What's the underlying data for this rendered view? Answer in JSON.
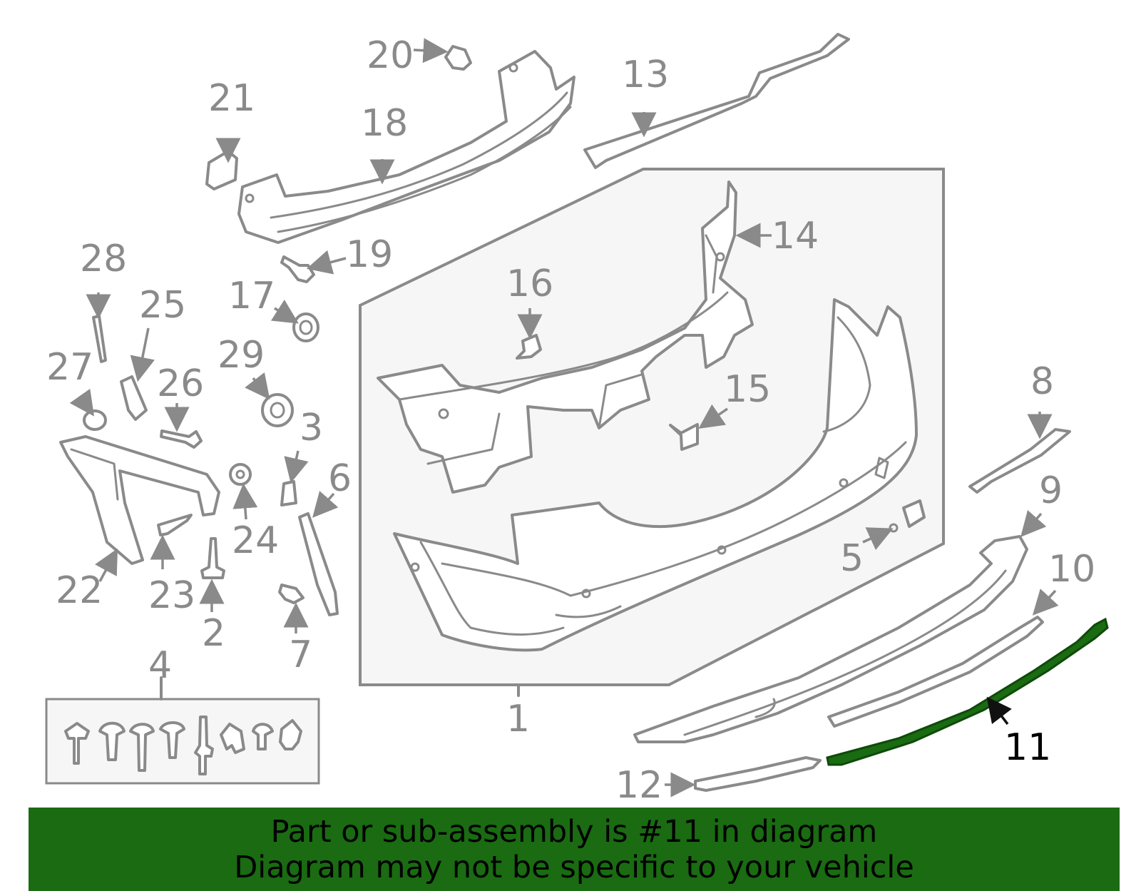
{
  "diagram": {
    "highlight_color": "#1a6b12",
    "line_color": "#8a8a8a",
    "highlighted_part": "11",
    "callouts": [
      "1",
      "2",
      "3",
      "4",
      "5",
      "6",
      "7",
      "8",
      "9",
      "10",
      "11",
      "12",
      "13",
      "14",
      "15",
      "16",
      "17",
      "18",
      "19",
      "20",
      "21",
      "22",
      "23",
      "24",
      "25",
      "26",
      "27",
      "28",
      "29"
    ]
  },
  "banner": {
    "line1": "Part or sub-assembly is #11 in diagram",
    "line2": "Diagram may not be specific to your vehicle",
    "background": "#1a6b12"
  }
}
